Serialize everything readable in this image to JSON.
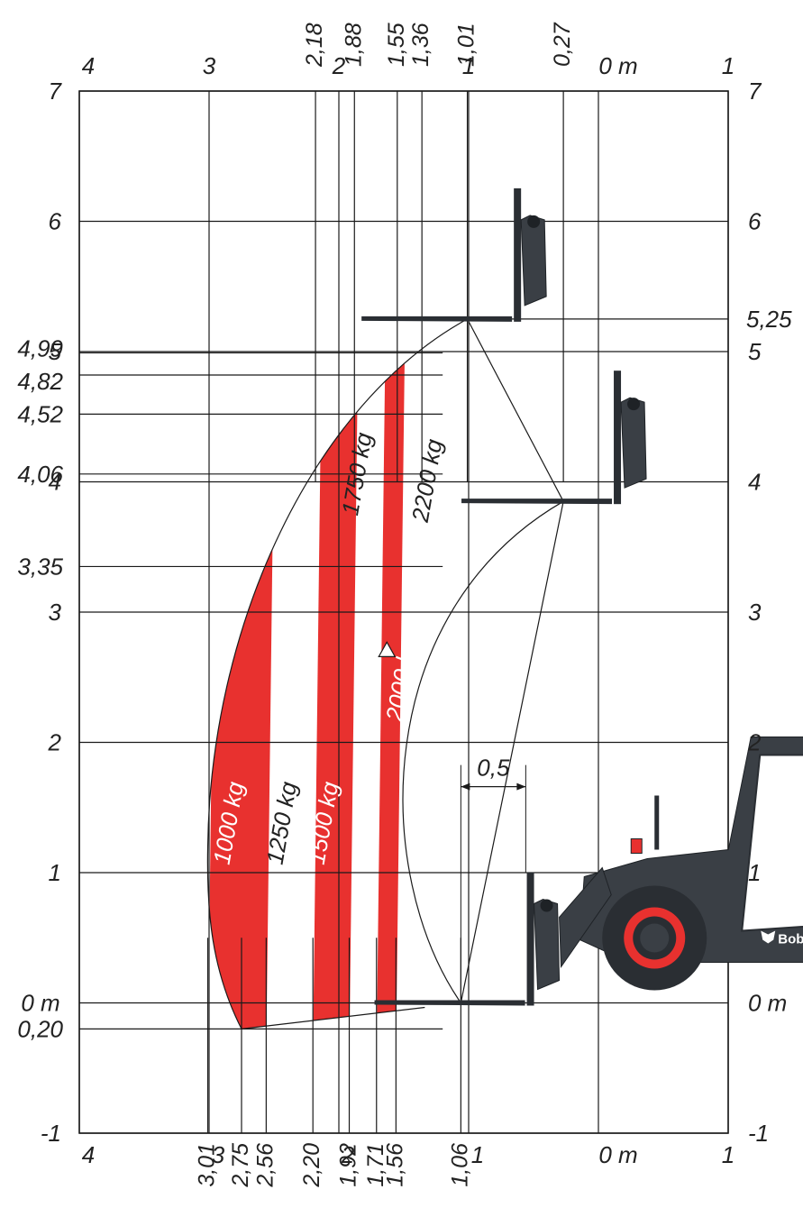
{
  "chart_data": {
    "type": "area",
    "title": "",
    "units": {
      "x": "m",
      "y": "m"
    },
    "xlim": [
      4,
      -1
    ],
    "ylim": [
      -1,
      7
    ],
    "x_axis_top": [
      "4",
      "3",
      "2",
      "1",
      "0 m",
      "1"
    ],
    "x_axis_bottom": [
      "4",
      "3",
      "2",
      "1",
      "0 m",
      "1"
    ],
    "y_axis_left": [
      "7",
      "6",
      "5",
      "4",
      "3",
      "2",
      "1",
      "0 m",
      "-1"
    ],
    "y_axis_right": [
      "7",
      "6",
      "5",
      "4",
      "3",
      "2",
      "1",
      "0 m",
      "-1"
    ],
    "top_markers": [
      {
        "label": "2,18",
        "x": 2.18
      },
      {
        "label": "1,88",
        "x": 1.88
      },
      {
        "label": "1,55",
        "x": 1.55
      },
      {
        "label": "1,36",
        "x": 1.36
      },
      {
        "label": "1,01",
        "x": 1.01
      },
      {
        "label": "0,27",
        "x": 0.27
      }
    ],
    "bottom_markers": [
      {
        "label": "3,01",
        "x": 3.01
      },
      {
        "label": "2,75",
        "x": 2.75
      },
      {
        "label": "2,56",
        "x": 2.56
      },
      {
        "label": "2,20",
        "x": 2.2
      },
      {
        "label": "1,92",
        "x": 1.92
      },
      {
        "label": "1,71",
        "x": 1.71
      },
      {
        "label": "1,56",
        "x": 1.56
      },
      {
        "label": "1,06",
        "x": 1.06
      }
    ],
    "left_markers": [
      {
        "label": "4,99",
        "y": 4.99
      },
      {
        "label": "4,82",
        "y": 4.82
      },
      {
        "label": "4,52",
        "y": 4.52
      },
      {
        "label": "4,06",
        "y": 4.06
      },
      {
        "label": "3,35",
        "y": 3.35
      },
      {
        "label": "0,20",
        "y": -0.2
      }
    ],
    "right_markers": [
      {
        "label": "5,25",
        "y": 5.25
      }
    ],
    "zones": [
      {
        "name": "1000 kg",
        "color": "#e8312f",
        "filled": true,
        "x_min": 2.56,
        "x_max": 3.01
      },
      {
        "name": "1250 kg",
        "color": "#ffffff",
        "filled": false,
        "x_min": 2.2,
        "x_max": 2.56
      },
      {
        "name": "1500 kg",
        "color": "#e8312f",
        "filled": true,
        "x_min": 1.92,
        "x_max": 2.2
      },
      {
        "name": "1750 kg",
        "color": "#ffffff",
        "filled": false,
        "x_min": 1.71,
        "x_max": 1.92
      },
      {
        "name": "2000 kg",
        "color": "#e8312f",
        "filled": true,
        "x_min": 1.56,
        "x_max": 1.71
      },
      {
        "name": "2200 kg",
        "color": "#ffffff",
        "filled": false,
        "x_min": 1.06,
        "x_max": 1.56
      }
    ],
    "dimension": {
      "label": "0,5",
      "x_from": 1.06,
      "x_to": 0.56,
      "y": 1.66
    },
    "grid": true,
    "legend": "none"
  },
  "brand": {
    "text": "Bob",
    "accent": "#e8312f"
  }
}
